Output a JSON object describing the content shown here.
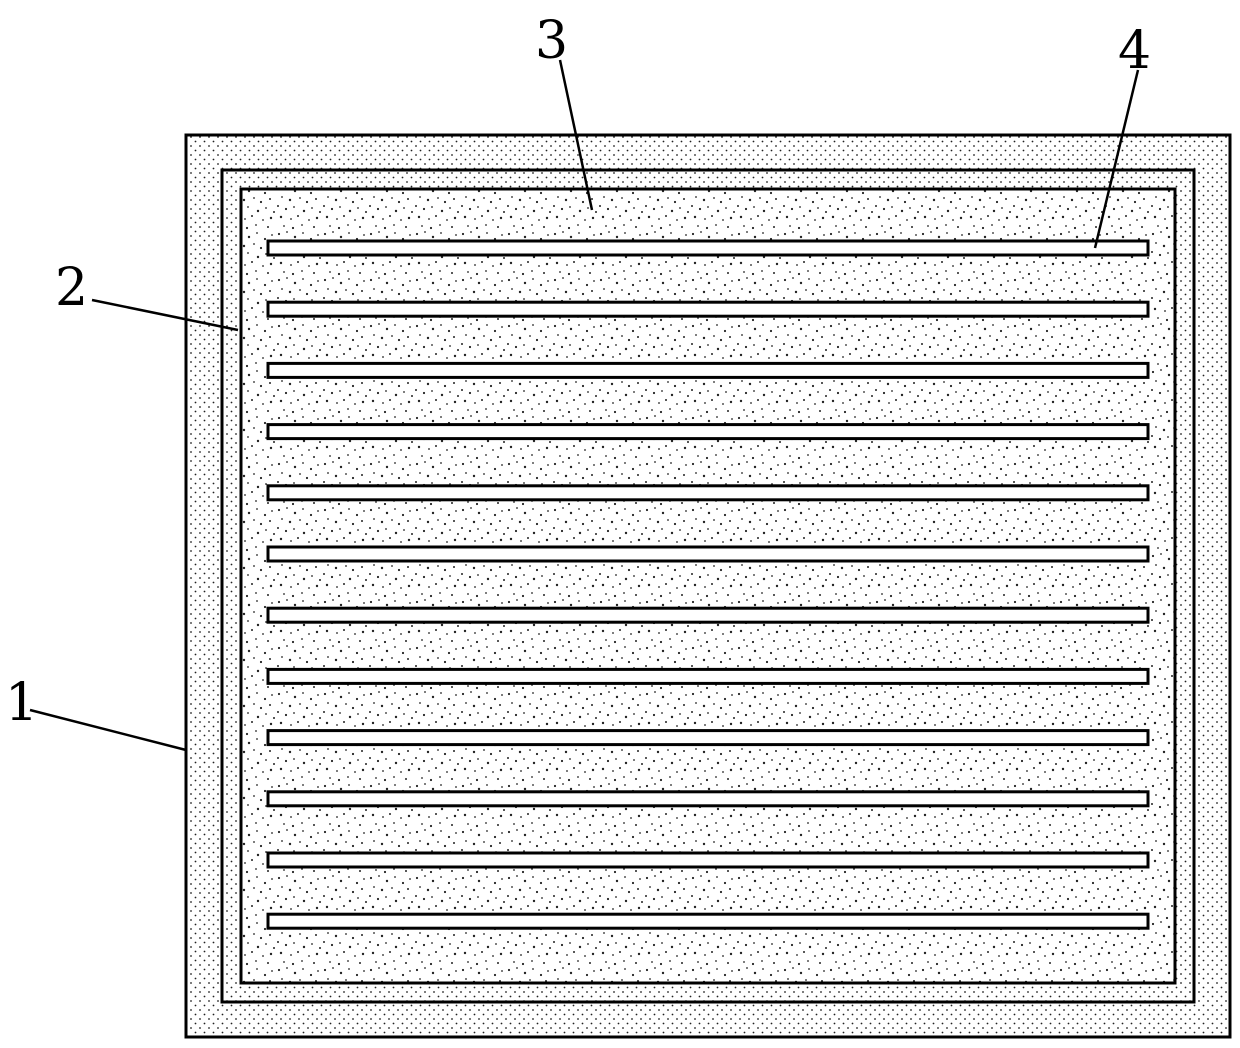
{
  "labels": {
    "outer_frame": "1",
    "inner_layer": "2",
    "filler": "3",
    "strip": "4"
  },
  "strips": {
    "count": 12
  },
  "colors": {
    "line": "#000000",
    "background": "#ffffff",
    "dots": "#222222"
  }
}
